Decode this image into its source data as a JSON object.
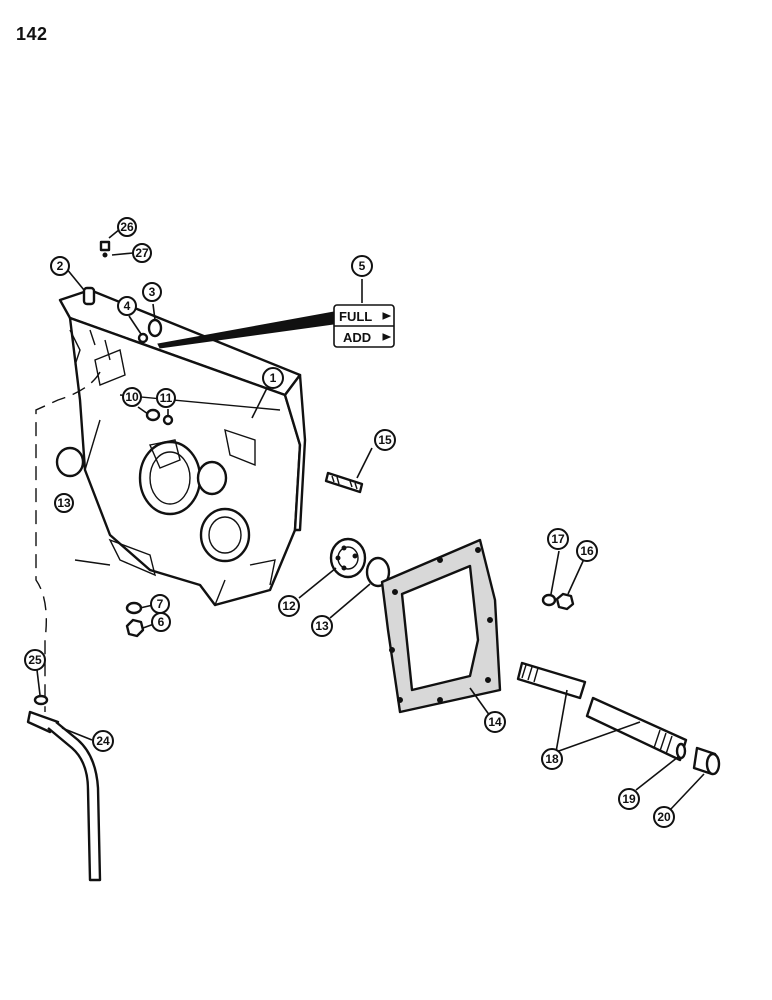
{
  "page": {
    "number": "142"
  },
  "decal": {
    "line1": "FULL",
    "line2": "ADD"
  },
  "callouts": [
    {
      "label": "26"
    },
    {
      "label": "27"
    },
    {
      "label": "2"
    },
    {
      "label": "5"
    },
    {
      "label": "4"
    },
    {
      "label": "3"
    },
    {
      "label": "1"
    },
    {
      "label": "10"
    },
    {
      "label": "11"
    },
    {
      "label": "13"
    },
    {
      "label": "15"
    },
    {
      "label": "17"
    },
    {
      "label": "16"
    },
    {
      "label": "12"
    },
    {
      "label": "13"
    },
    {
      "label": "7"
    },
    {
      "label": "6"
    },
    {
      "label": "25"
    },
    {
      "label": "14"
    },
    {
      "label": "18"
    },
    {
      "label": "24"
    },
    {
      "label": "19"
    },
    {
      "label": "20"
    }
  ]
}
